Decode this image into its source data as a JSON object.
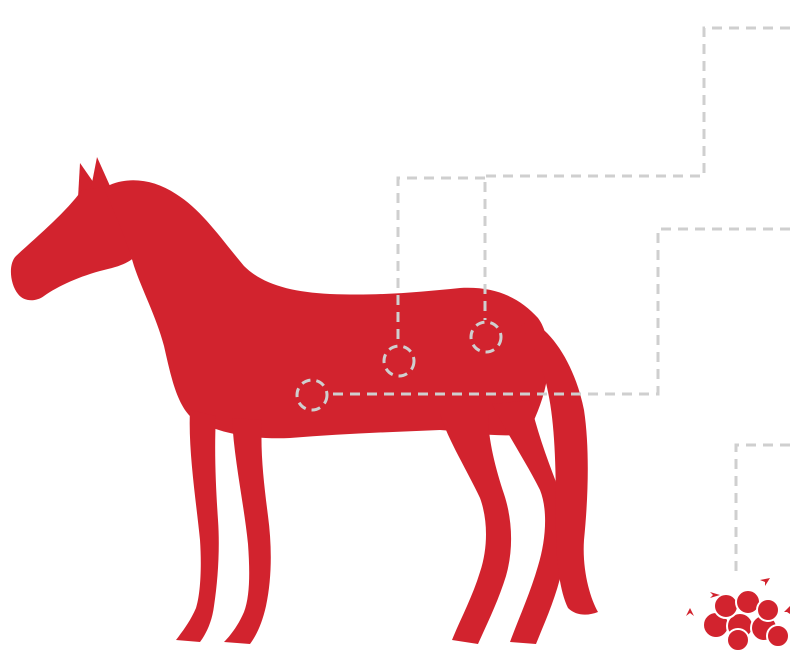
{
  "diagram": {
    "subject": "horse-silhouette",
    "colors": {
      "silhouette": "#D2232E",
      "callout_line": "#CFCFCF",
      "background": "#FFFFFF"
    },
    "callouts": [
      {
        "id": "rear-flank",
        "target": "hindquarter-marker",
        "shape": "dashed-circle"
      },
      {
        "id": "mid-flank",
        "target": "mid-body-marker",
        "shape": "dashed-circle"
      },
      {
        "id": "belly",
        "target": "belly-marker",
        "shape": "dashed-circle"
      },
      {
        "id": "droppings",
        "target": "manure-pile",
        "shape": "dashed-line"
      }
    ],
    "icons": [
      "horse-silhouette-icon",
      "manure-pile-icon"
    ]
  }
}
